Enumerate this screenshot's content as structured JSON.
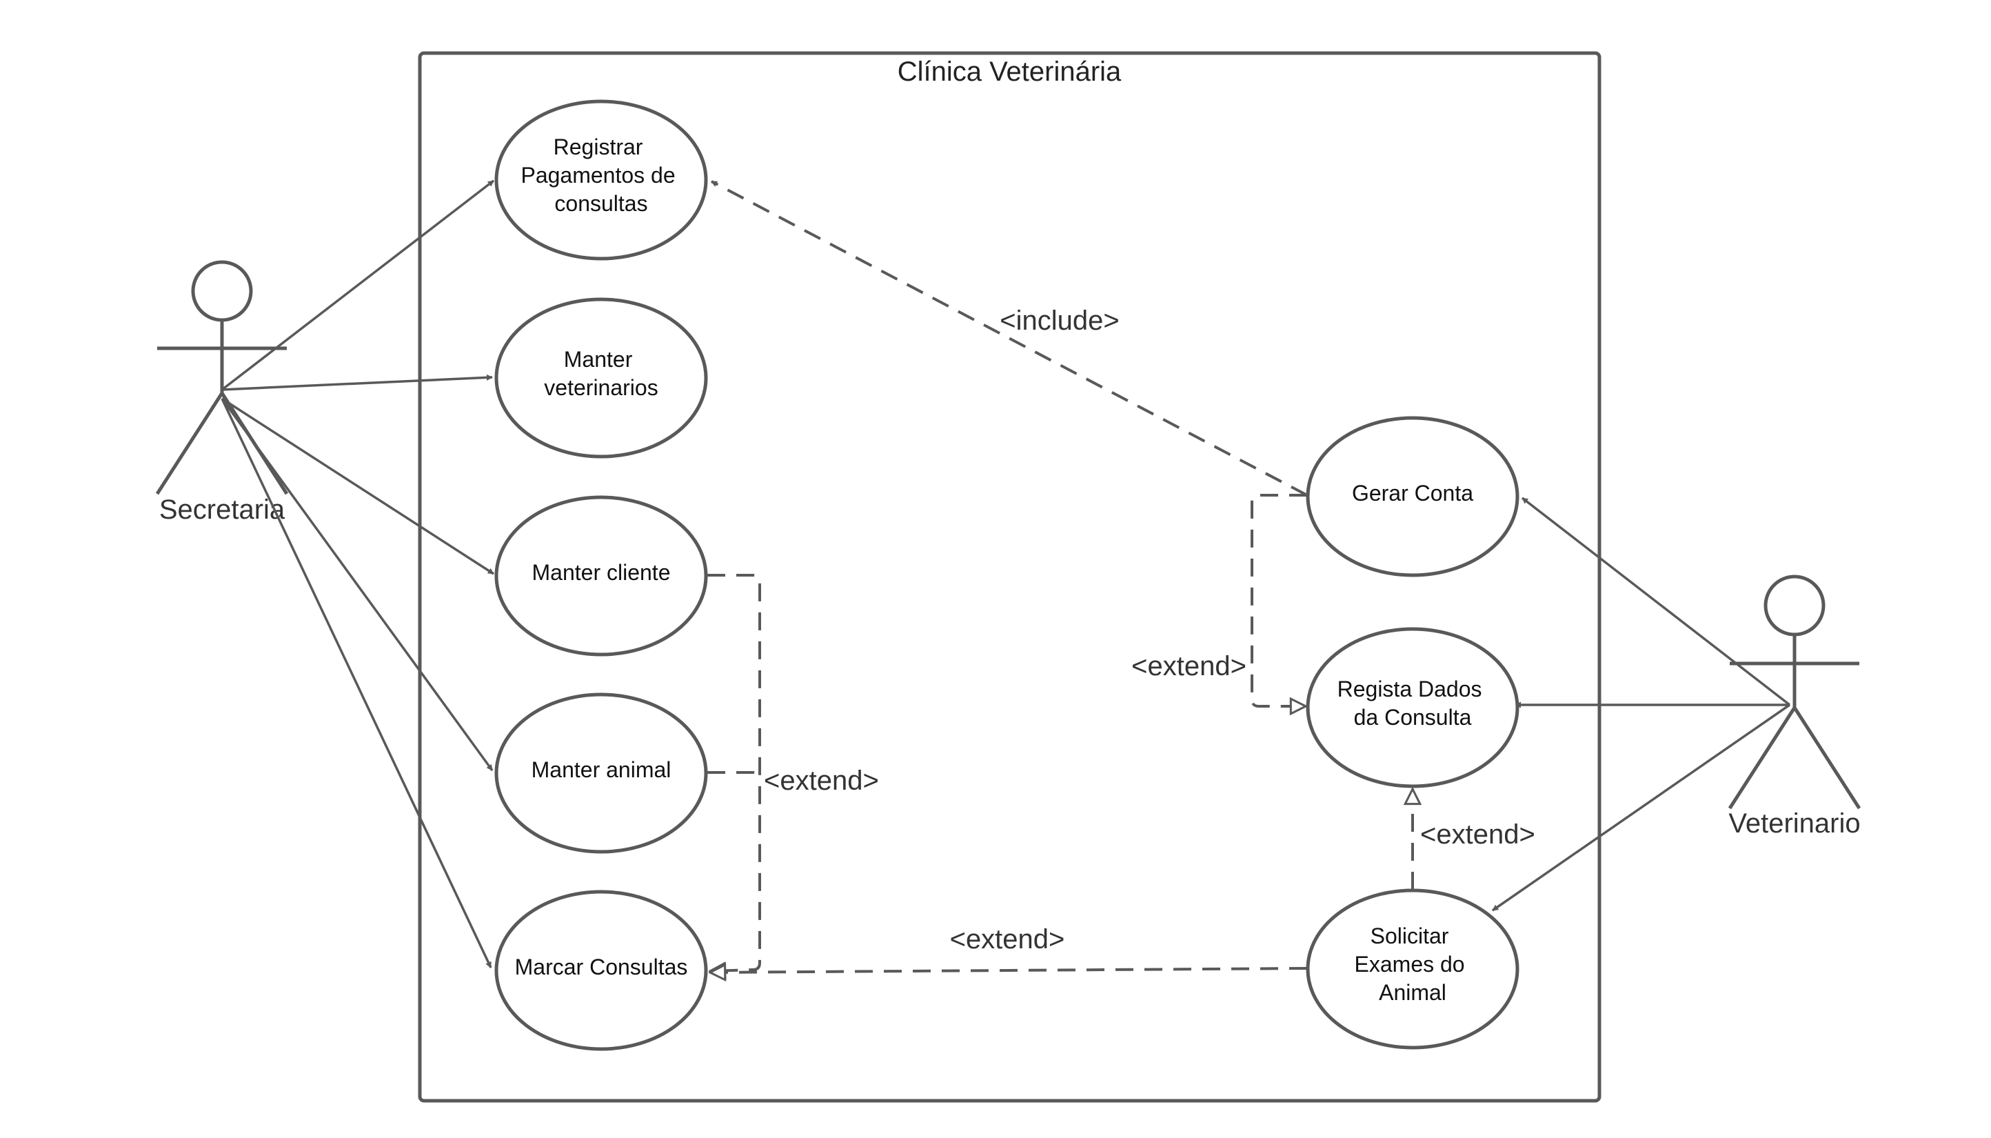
{
  "diagram": {
    "system_title": "Clínica Veterinária",
    "actors": {
      "secretaria": "Secretaria",
      "veterinario": "Veterinario"
    },
    "use_cases": {
      "registrar_pagamentos": [
        "Registrar",
        "Pagamentos de",
        "consultas"
      ],
      "manter_veterinarios": [
        "Manter",
        "veterinarios"
      ],
      "manter_cliente": [
        "Manter cliente"
      ],
      "manter_animal": [
        "Manter animal"
      ],
      "marcar_consultas": [
        "Marcar Consultas"
      ],
      "gerar_conta": [
        "Gerar Conta"
      ],
      "registra_dados": [
        "Regista Dados",
        "da Consulta"
      ],
      "solicitar_exames": [
        "Solicitar",
        "Exames do",
        "Animal"
      ]
    },
    "relations": {
      "include": "<include>",
      "extend_left": "<extend>",
      "extend_gerar": "<extend>",
      "extend_solicitar": "<extend>",
      "extend_bottom": "<extend>"
    },
    "colors": {
      "line": "#595959",
      "background": "#ffffff"
    }
  }
}
